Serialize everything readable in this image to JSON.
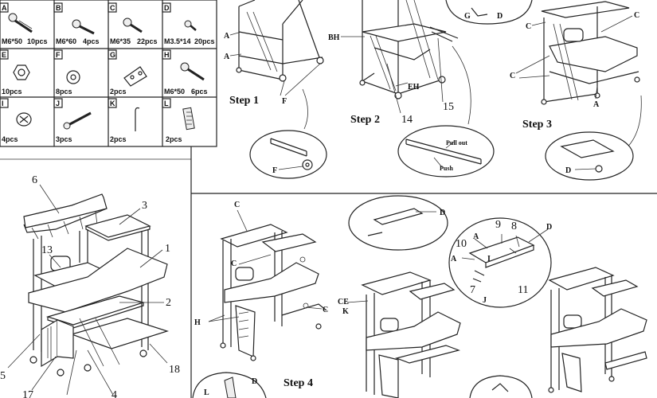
{
  "hardware": [
    {
      "letter": "A",
      "spec": "M6*50",
      "qty": "10pcs"
    },
    {
      "letter": "B",
      "spec": "M6*60",
      "qty": "4pcs"
    },
    {
      "letter": "C",
      "spec": "M6*35",
      "qty": "22pcs"
    },
    {
      "letter": "D",
      "spec": "M3.5*14",
      "qty": "20pcs"
    },
    {
      "letter": "E",
      "spec": "",
      "qty": "10pcs"
    },
    {
      "letter": "F",
      "spec": "",
      "qty": "8pcs"
    },
    {
      "letter": "G",
      "spec": "",
      "qty": "2pcs"
    },
    {
      "letter": "H",
      "spec": "M6*50",
      "qty": "6pcs"
    },
    {
      "letter": "I",
      "spec": "",
      "qty": "4pcs"
    },
    {
      "letter": "J",
      "spec": "",
      "qty": "3pcs"
    },
    {
      "letter": "K",
      "spec": "",
      "qty": "2pcs"
    },
    {
      "letter": "L",
      "spec": "",
      "qty": "2pcs"
    }
  ],
  "steps": {
    "s1": "Step 1",
    "s2": "Step 2",
    "s3": "Step 3",
    "s4": "Step 4"
  },
  "callouts": {
    "pull_out": "Pull out",
    "push": "Push"
  },
  "part_numbers": {
    "n1": "1",
    "n2": "2",
    "n3": "3",
    "n6": "6",
    "n13": "13",
    "n14": "14",
    "n15": "15",
    "n18": "18",
    "n5": "5",
    "n17": "17",
    "n4": "4",
    "n7": "7",
    "n8": "8",
    "n9": "9",
    "n10": "10",
    "n11": "11"
  },
  "letters": {
    "A": "A",
    "B": "B",
    "C": "C",
    "D": "D",
    "E": "E",
    "F": "F",
    "G": "G",
    "H": "H",
    "I": "I",
    "J": "J",
    "K": "K",
    "L": "L",
    "BH": "BH",
    "EH": "EH",
    "CE": "CE"
  }
}
